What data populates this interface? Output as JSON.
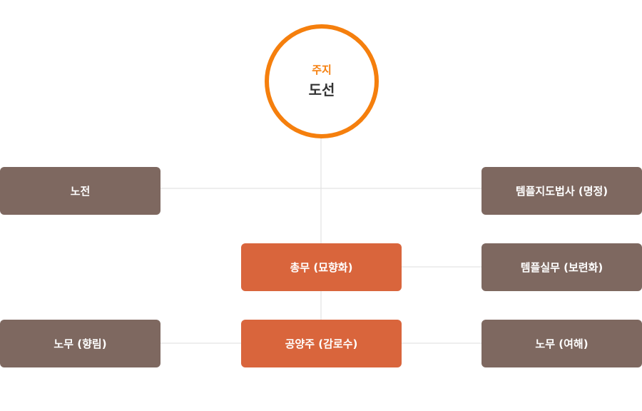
{
  "colors": {
    "accent": "#f57f0d",
    "brown_box": "#7e6860",
    "orange_box": "#d9653c",
    "connector": "#dddddd"
  },
  "head": {
    "role": "주지",
    "name": "도선"
  },
  "nodes": {
    "left_top": "노전",
    "right_top": "템플지도법사 (명정)",
    "center_mid": "총무 (묘향화)",
    "right_mid": "템플실무 (보련화)",
    "left_bottom": "노무 (향림)",
    "center_bottom": "공양주 (감로수)",
    "right_bottom": "노무 (여해)"
  }
}
